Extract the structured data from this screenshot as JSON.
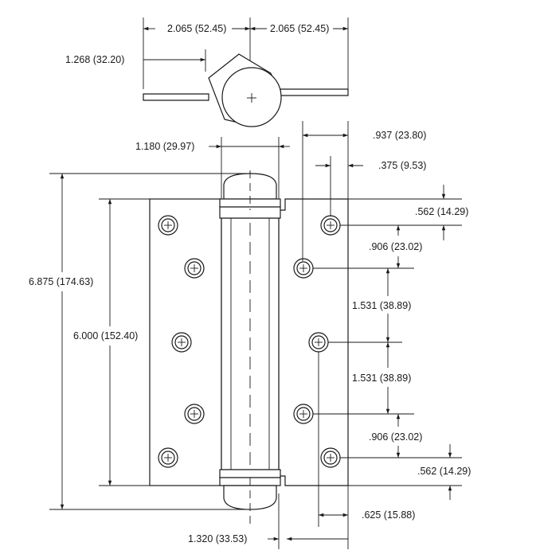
{
  "dimensions": {
    "top_left_width": "2.065 (52.45)",
    "top_right_width": "2.065 (52.45)",
    "knuckle_offset": "1.268 (32.20)",
    "knuckle_diameter": "1.180 (29.97)",
    "overall_height": "6.875 (174.63)",
    "leaf_height": "6.000 (152.40)",
    "hole_offset_x": ".937 (23.80)",
    "hole_edge_x": ".375 (9.53)",
    "top_hole_y": ".562 (14.29)",
    "hole_pitch_top": ".906 (23.02)",
    "hole_spacing_1": "1.531 (38.89)",
    "hole_spacing_2": "1.531 (38.89)",
    "hole_pitch_bottom": ".906 (23.02)",
    "bottom_hole_y": ".562 (14.29)",
    "middle_hole_x": ".625 (15.88)",
    "leaf_to_pin": "1.320 (33.53)"
  }
}
